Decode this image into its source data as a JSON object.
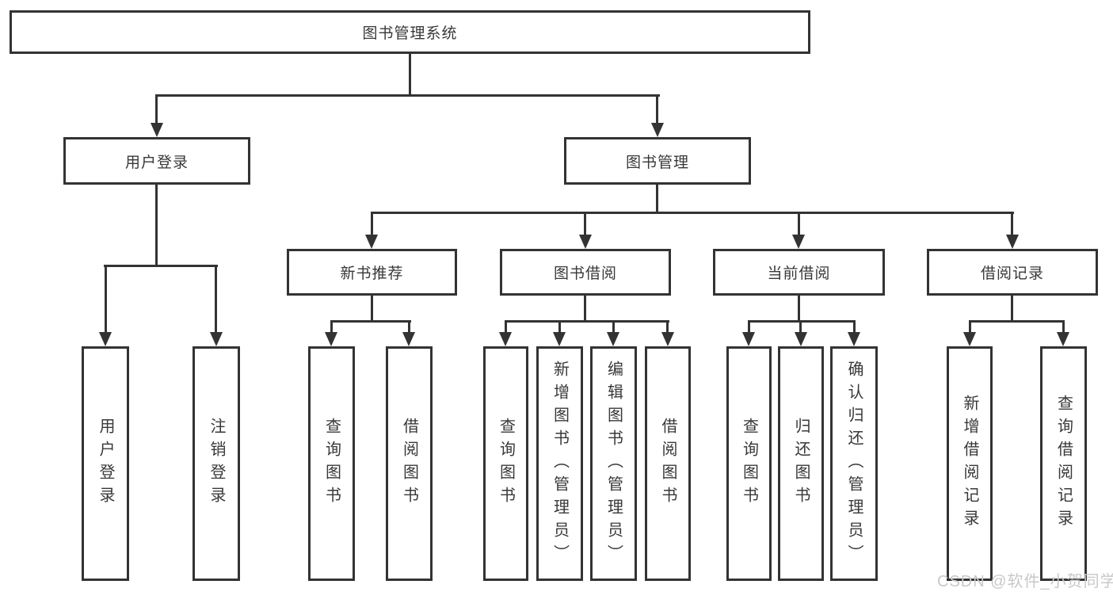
{
  "diagram": {
    "root": {
      "label": "图书管理系统"
    },
    "user_login": {
      "label": "用户登录",
      "children": {
        "login": {
          "label": "用户登录"
        },
        "logout": {
          "label": "注销登录"
        }
      }
    },
    "book_management": {
      "label": "图书管理",
      "children": {
        "new_book_recommend": {
          "label": "新书推荐",
          "children": {
            "query_book": {
              "label": "查询图书"
            },
            "borrow_book": {
              "label": "借阅图书"
            }
          }
        },
        "book_borrow": {
          "label": "图书借阅",
          "children": {
            "query_book": {
              "label": "查询图书"
            },
            "add_book_admin": {
              "label": "新增图书（管理员）"
            },
            "edit_book_admin": {
              "label": "编辑图书（管理员）"
            },
            "borrow_book": {
              "label": "借阅图书"
            }
          }
        },
        "current_borrow": {
          "label": "当前借阅",
          "children": {
            "query_book": {
              "label": "查询图书"
            },
            "return_book": {
              "label": "归还图书"
            },
            "confirm_return_admin": {
              "label": "确认归还（管理员）"
            }
          }
        },
        "borrow_record": {
          "label": "借阅记录",
          "children": {
            "add_record": {
              "label": "新增借阅记录"
            },
            "query_record": {
              "label": "查询借阅记录"
            }
          }
        }
      }
    }
  },
  "watermark": {
    "label": "CSDN @软件_小贺同学"
  },
  "colors": {
    "line": "#333333",
    "text": "#383838",
    "background": "#ffffff",
    "watermark": "#c8c8c8"
  }
}
